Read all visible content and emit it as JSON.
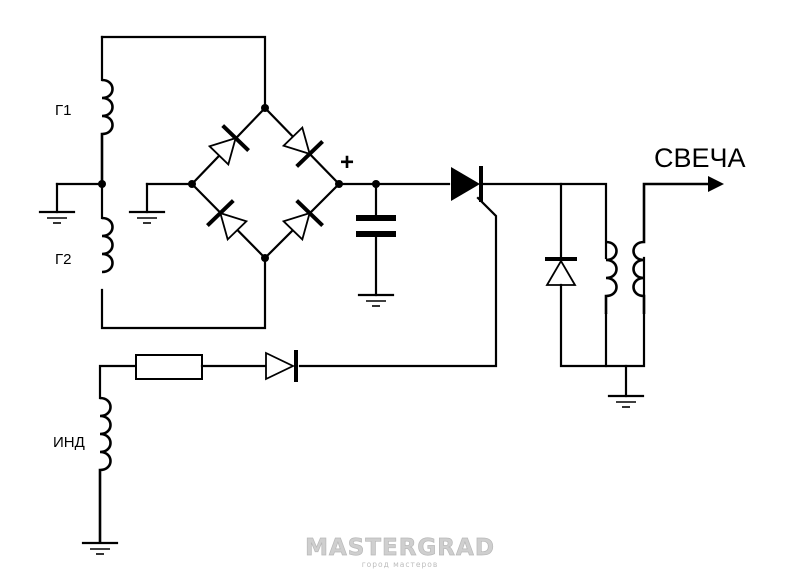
{
  "labels": {
    "coil_1": "Г1",
    "coil_2": "Г2",
    "ind": "ИНД",
    "plus": "+",
    "output": "СВЕЧА"
  },
  "watermark": {
    "brand": "MASTERGRAD",
    "tagline": "город мастеров"
  },
  "colors": {
    "line": "#000000",
    "background": "#ffffff",
    "watermark": "#cfcfcf"
  }
}
